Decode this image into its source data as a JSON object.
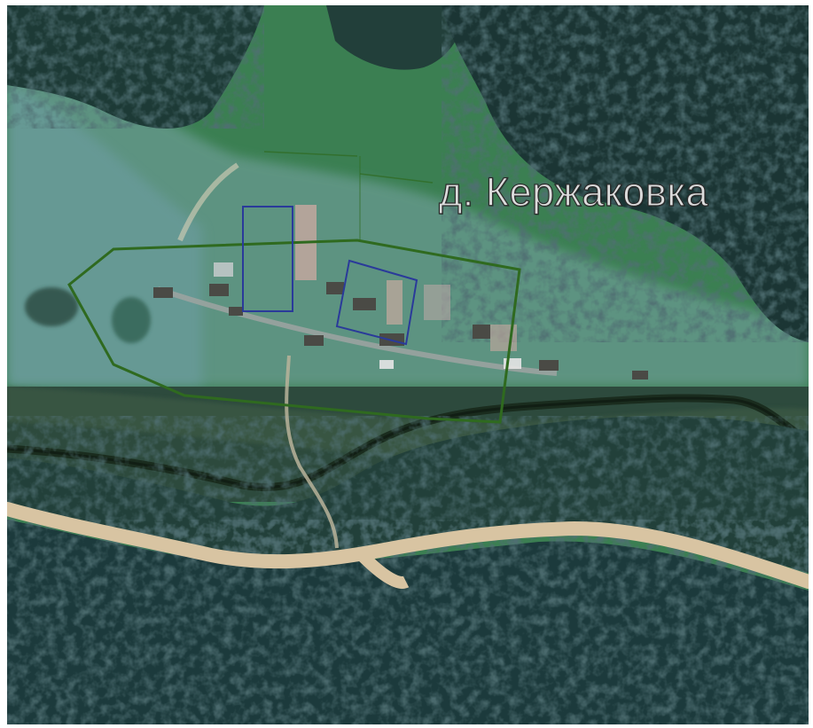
{
  "map": {
    "place_label": "д. Кержаковка",
    "colors": {
      "settlement_boundary": "#2f6a1f",
      "parcel_outline": "#2a3a9a",
      "forest": "#1f3a38",
      "meadow": "#3f8a55",
      "road": "#d6c2a0",
      "river": "#1c2f20"
    },
    "layers": [
      "satellite-imagery",
      "settlement-boundary",
      "land-parcels",
      "place-label"
    ]
  }
}
